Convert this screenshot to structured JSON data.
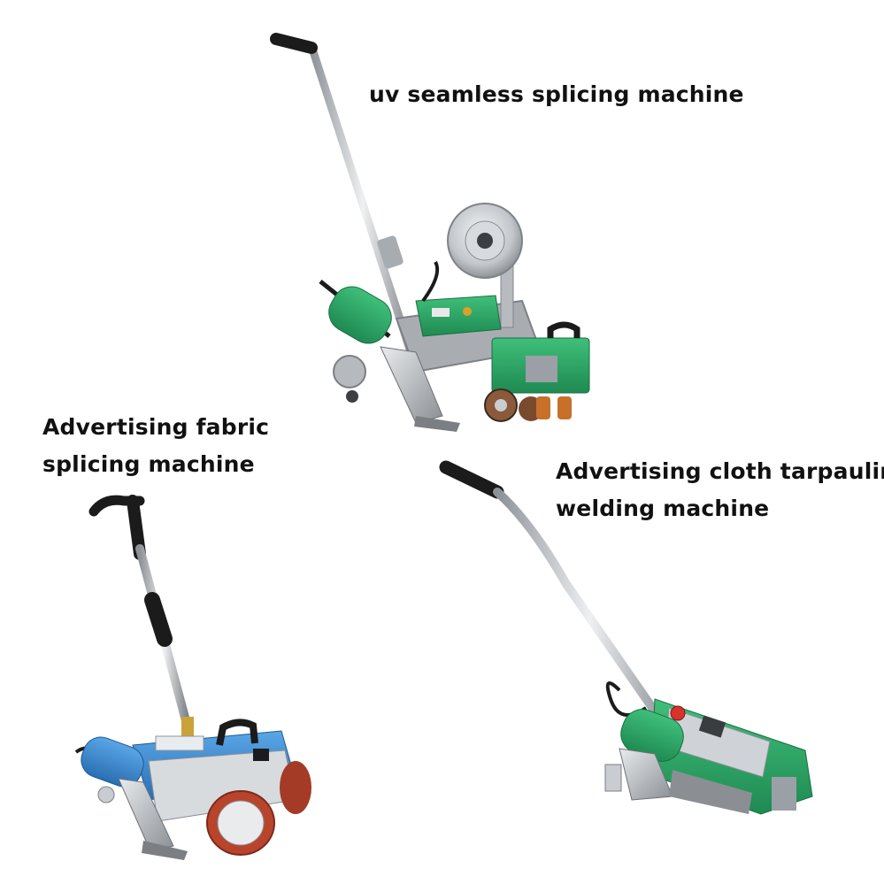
{
  "captions": {
    "uv_machine": "uv seamless splicing machine",
    "fabric_machine": [
      "Advertising fabric",
      "splicing machine"
    ],
    "tarpaulin_machine": [
      "Advertising cloth tarpaulin",
      "welding machine"
    ]
  },
  "colors": {
    "machine_green": "#2fa86a",
    "machine_blue": "#3d8fd6",
    "roller_red": "#b8442c",
    "silver": "#c9cdd2",
    "handle_black": "#1b1b1b"
  }
}
